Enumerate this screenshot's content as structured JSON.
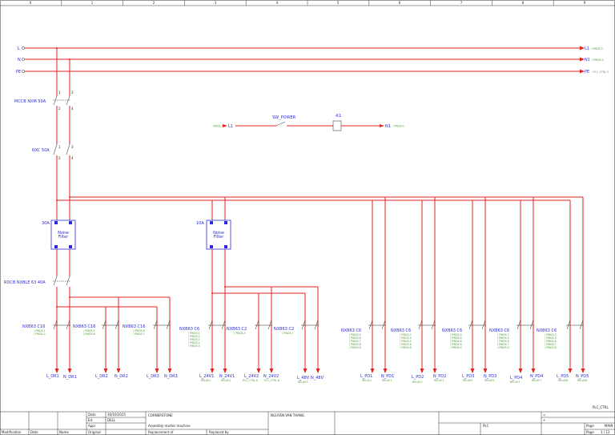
{
  "frame": {
    "columns": [
      "0",
      "1",
      "2",
      "3",
      "4",
      "5",
      "6",
      "7",
      "8",
      "9"
    ],
    "sheet_tag": "PLC_CTRL"
  },
  "rails": [
    {
      "name": "L",
      "dest": "L1",
      "ref": "/ PWDS.3"
    },
    {
      "name": "N",
      "dest": "N1",
      "ref": "/ PWDS.4"
    },
    {
      "name": "PE",
      "dest": "PE",
      "ref": "/ PLC_CTRL.3"
    }
  ],
  "devices": {
    "mccb": "MCCB NXM 50A",
    "nxc": "NXC 50A",
    "filter1_rating": "30A",
    "filter2_rating": "10A",
    "filter_text": [
      "Noise",
      "Filter"
    ],
    "rccb": "RDCB NXBLE 63 40A",
    "sw_power": "SW_POWER",
    "k1": "-K1",
    "l1_ref": "PWDS.3",
    "l1_tag": "L1",
    "n1_tag": "N1",
    "n1_ref": "/ PWDS.4"
  },
  "breakers": [
    {
      "label": "NXB63 C16",
      "refs": [
        "/ PWDS.1",
        "/ PWDS.2"
      ]
    },
    {
      "label": "NXB63 C16",
      "refs": [
        "/ PWDS.5",
        "/ PWDS.6"
      ]
    },
    {
      "label": "NXB63 C16",
      "refs": [
        "/ PWDS.8",
        "/ PWDS.1"
      ]
    },
    {
      "label": "NXB63 C6",
      "refs": [
        "/ PWDS.1",
        "/ PWDS.2",
        "/ PWDS.3",
        "/ PWDS.4",
        "/ PWDS.5"
      ]
    },
    {
      "label": "NXB63 C2",
      "refs": [
        "/ PWDS.4"
      ]
    },
    {
      "label": "NXB63 C2",
      "refs": [
        "/ PWDS.7"
      ]
    },
    {
      "label": "NXB63 C6",
      "refs": [
        "/ PWDS.5",
        "/ PWDS.6",
        "/ PWDS.7",
        "/ PWDS.8",
        "/ PWDS.8"
      ]
    },
    {
      "label": "NXB63 C6",
      "refs": [
        "/ PWDS.3",
        "/ PWDS.4",
        "/ PWDS.5",
        "/ PWDS.6",
        "/ PWDS.8"
      ]
    },
    {
      "label": "NXB63 C6",
      "refs": [
        "/ PWDS.5",
        "/ PWDS.6",
        "/ PWDS.8",
        "/ PWDS.8",
        "/ PWDS.9"
      ]
    },
    {
      "label": "NXB63 C6",
      "refs": [
        "/ PWDS.3",
        "/ PWDS.4",
        "/ PWDS.6",
        "/ PWDS.7",
        "/ PWDS.9"
      ]
    },
    {
      "label": "NXB63 C6",
      "refs": [
        "/ PWDS.3",
        "/ PWDS.5",
        "/ PWDS.6",
        "/ PWDS.7",
        "/ PWDS.8"
      ]
    }
  ],
  "outputs": [
    {
      "name": "L_DR1",
      "ref": ""
    },
    {
      "name": "N_DR1",
      "ref": ""
    },
    {
      "name": "L_DR2",
      "ref": ""
    },
    {
      "name": "N_DR2",
      "ref": ""
    },
    {
      "name": "L_DR3",
      "ref": ""
    },
    {
      "name": "N_DR3",
      "ref": ""
    },
    {
      "name": "L_24V1",
      "ref": "RELAY.1"
    },
    {
      "name": "N_24V1",
      "ref": "RELAY.1"
    },
    {
      "name": "L_24V2",
      "ref": "PLC_CTRL.8"
    },
    {
      "name": "N_24V2",
      "ref": "PLC_CTRL.8"
    },
    {
      "name": "L_48V",
      "ref": "RELAY.3"
    },
    {
      "name": "N_48V",
      "ref": ""
    },
    {
      "name": "L_PD1",
      "ref": "RELAY.1"
    },
    {
      "name": "N_PD1",
      "ref": "RELAY.1"
    },
    {
      "name": "L_PD2",
      "ref": "RELAY.3"
    },
    {
      "name": "N_PD2",
      "ref": "RELAY.3"
    },
    {
      "name": "L_PD3",
      "ref": "RELAY.5"
    },
    {
      "name": "N_PD3",
      "ref": "RELAY.5"
    },
    {
      "name": "L_PD4",
      "ref": "RELAY.7"
    },
    {
      "name": "N_PD4",
      "ref": "RELAY.7"
    },
    {
      "name": "L_PD5",
      "ref": "RELAY.8"
    },
    {
      "name": "N_PD5",
      "ref": "RELAY.8"
    }
  ],
  "title_block": {
    "date_label": "Date",
    "date_value": "30/10/2025",
    "ed_label": "Ed.",
    "ed_value": "DELL",
    "appr_label": "Appr",
    "original_label": "Original",
    "modification_label": "Modification",
    "date2_label": "Date",
    "name_label": "Name",
    "company": "CORNERSTONE",
    "project": "Assembly mortor machine",
    "replacement_label": "Replacement of",
    "replaced_label": "Replaced by",
    "designer": "NGUYEN VAN THANG",
    "equals": "=",
    "plus": "+",
    "plc": "PLC",
    "page_label": "Page",
    "page_name": "MAIN",
    "page_number": "1 / 12"
  }
}
